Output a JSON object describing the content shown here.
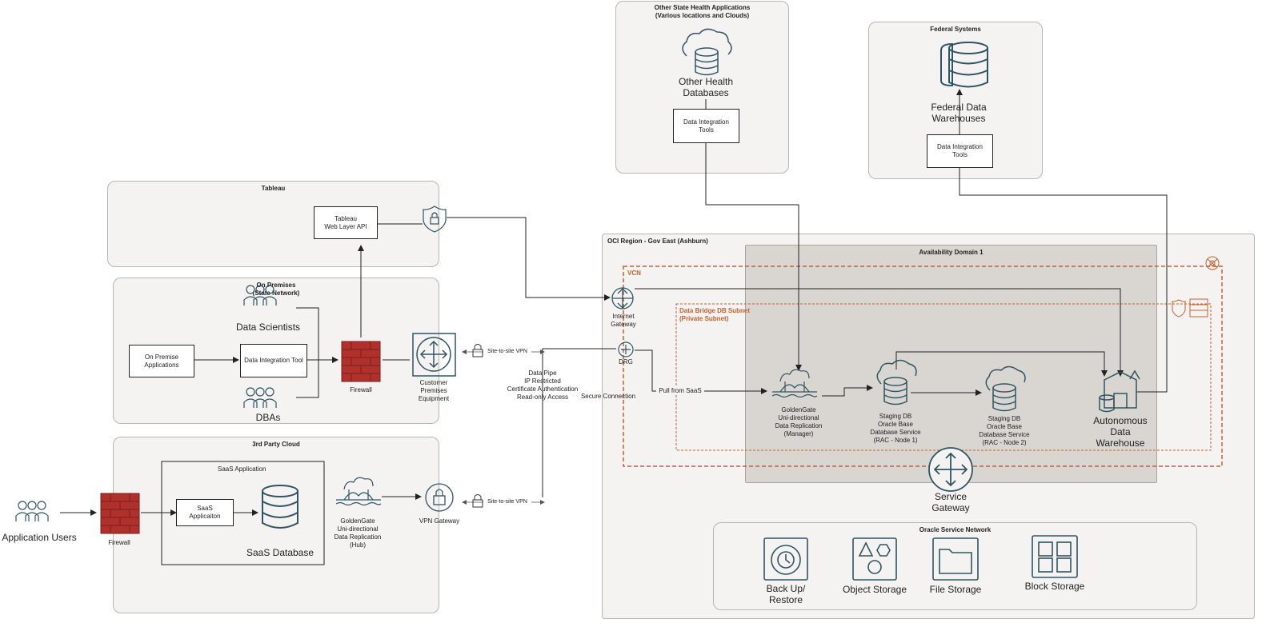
{
  "groups": {
    "other_state": {
      "title_line1": "Other State Health Applications",
      "title_line2": "(Various locations and Clouds)"
    },
    "federal": {
      "title": "Federal Systems"
    },
    "tableau": {
      "title": "Tableau"
    },
    "on_premises": {
      "title_line1": "On Premises",
      "title_line2": "(State Network)"
    },
    "third_party": {
      "title": "3rd Party Cloud"
    },
    "oci_region": {
      "title": "OCI Region - Gov East (Ashburn)"
    },
    "availability_domain": {
      "title": "Availability Domain 1"
    },
    "vcn": {
      "title": "VCN"
    },
    "subnet": {
      "title_line1": "Data Bridge DB Subnet",
      "title_line2": "(Private Subnet)"
    },
    "oracle_service_network": {
      "title": "Oracle Service Network"
    },
    "saas_application": {
      "title": "SaaS Application"
    }
  },
  "nodes": {
    "other_health_db": {
      "line1": "Other Health",
      "line2": "Databases"
    },
    "other_dit": "Data Integration Tools",
    "federal_dw": {
      "line1": "Federal Data",
      "line2": "Warehouses"
    },
    "federal_dit": "Data Integration Tools",
    "tableau_api": {
      "line1": "Tableau",
      "line2": "Web Layer API"
    },
    "data_scientists": "Data Scientists",
    "dbas": "DBAs",
    "on_premise_apps": {
      "line1": "On Premise",
      "line2": "Applications"
    },
    "data_integration_tool": "Data Integration Tool",
    "firewall_onprem": "Firewall",
    "cpe": {
      "line1": "Customer",
      "line2": "Premises",
      "line3": "Equipment"
    },
    "application_users": "Application Users",
    "firewall_cloud": "Firewall",
    "saas_app_box": {
      "line1": "SaaS",
      "line2": "Applicaiton"
    },
    "saas_db": "SaaS Database",
    "gg_hub": {
      "line1": "GoldenGate",
      "line2": "Uni-directional",
      "line3": "Data Replication",
      "line4": "(Hub)"
    },
    "vpn_gateway": "VPN Gateway",
    "internet_gateway": {
      "line1": "Internet",
      "line2": "Gateway"
    },
    "drg": "DRG",
    "gg_manager": {
      "line1": "GoldenGate",
      "line2": "Uni-directional",
      "line3": "Data Replication",
      "line4": "(Manager)"
    },
    "staging1": {
      "line1": "Staging DB",
      "line2": "Oracle Base",
      "line3": "Database Service",
      "line4": "(RAC - Node 1)"
    },
    "staging2": {
      "line1": "Staging DB",
      "line2": "Oracle Base",
      "line3": "Database Service",
      "line4": "(RAC - Node 2)"
    },
    "adw": {
      "line1": "Autonomous",
      "line2": "Data",
      "line3": "Warehouse"
    },
    "service_gateway": {
      "line1": "Service",
      "line2": "Gateway"
    },
    "backup": {
      "line1": "Back Up/",
      "line2": "Restore"
    },
    "object_storage": "Object Storage",
    "file_storage": "File Storage",
    "block_storage": "Block Storage"
  },
  "edge_labels": {
    "vpn_top": "Site-to-site VPN",
    "vpn_bottom": "Site-to-site VPN",
    "data_pipe": {
      "line1": "Data Pipe",
      "line2": "IP Restricted",
      "line3": "Certificate Authentication",
      "line4": "Read-only Access"
    },
    "secure_connection": "Secure Connection",
    "pull_from_saas": "Pull from SaaS"
  },
  "colors": {
    "vcn_border": "#c4612d",
    "icon_stroke": "#2f5564",
    "firewall": "#b0312c",
    "group_fill": "#f4f3f1",
    "ad_fill": "#d9d6d1"
  }
}
